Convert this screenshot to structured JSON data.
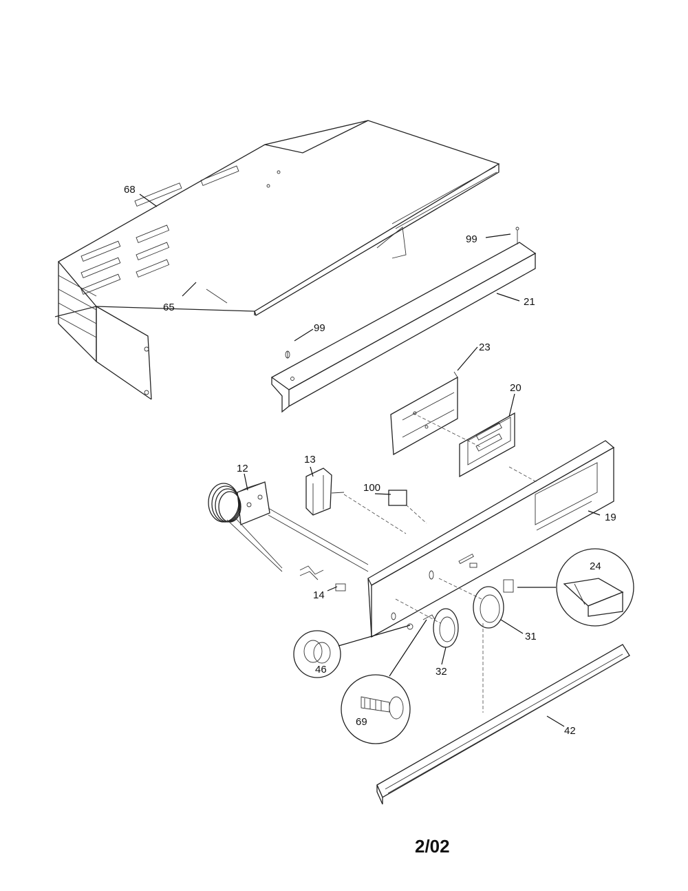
{
  "labels": {
    "p68": "68",
    "p65": "65",
    "p99a": "99",
    "p99b": "99",
    "p21": "21",
    "p23": "23",
    "p20": "20",
    "p12": "12",
    "p13": "13",
    "p100": "100",
    "p19": "19",
    "p24": "24",
    "p14": "14",
    "p31": "31",
    "p32": "32",
    "p46": "46",
    "p69": "69",
    "p42": "42"
  },
  "footer": {
    "date": "2/02"
  }
}
